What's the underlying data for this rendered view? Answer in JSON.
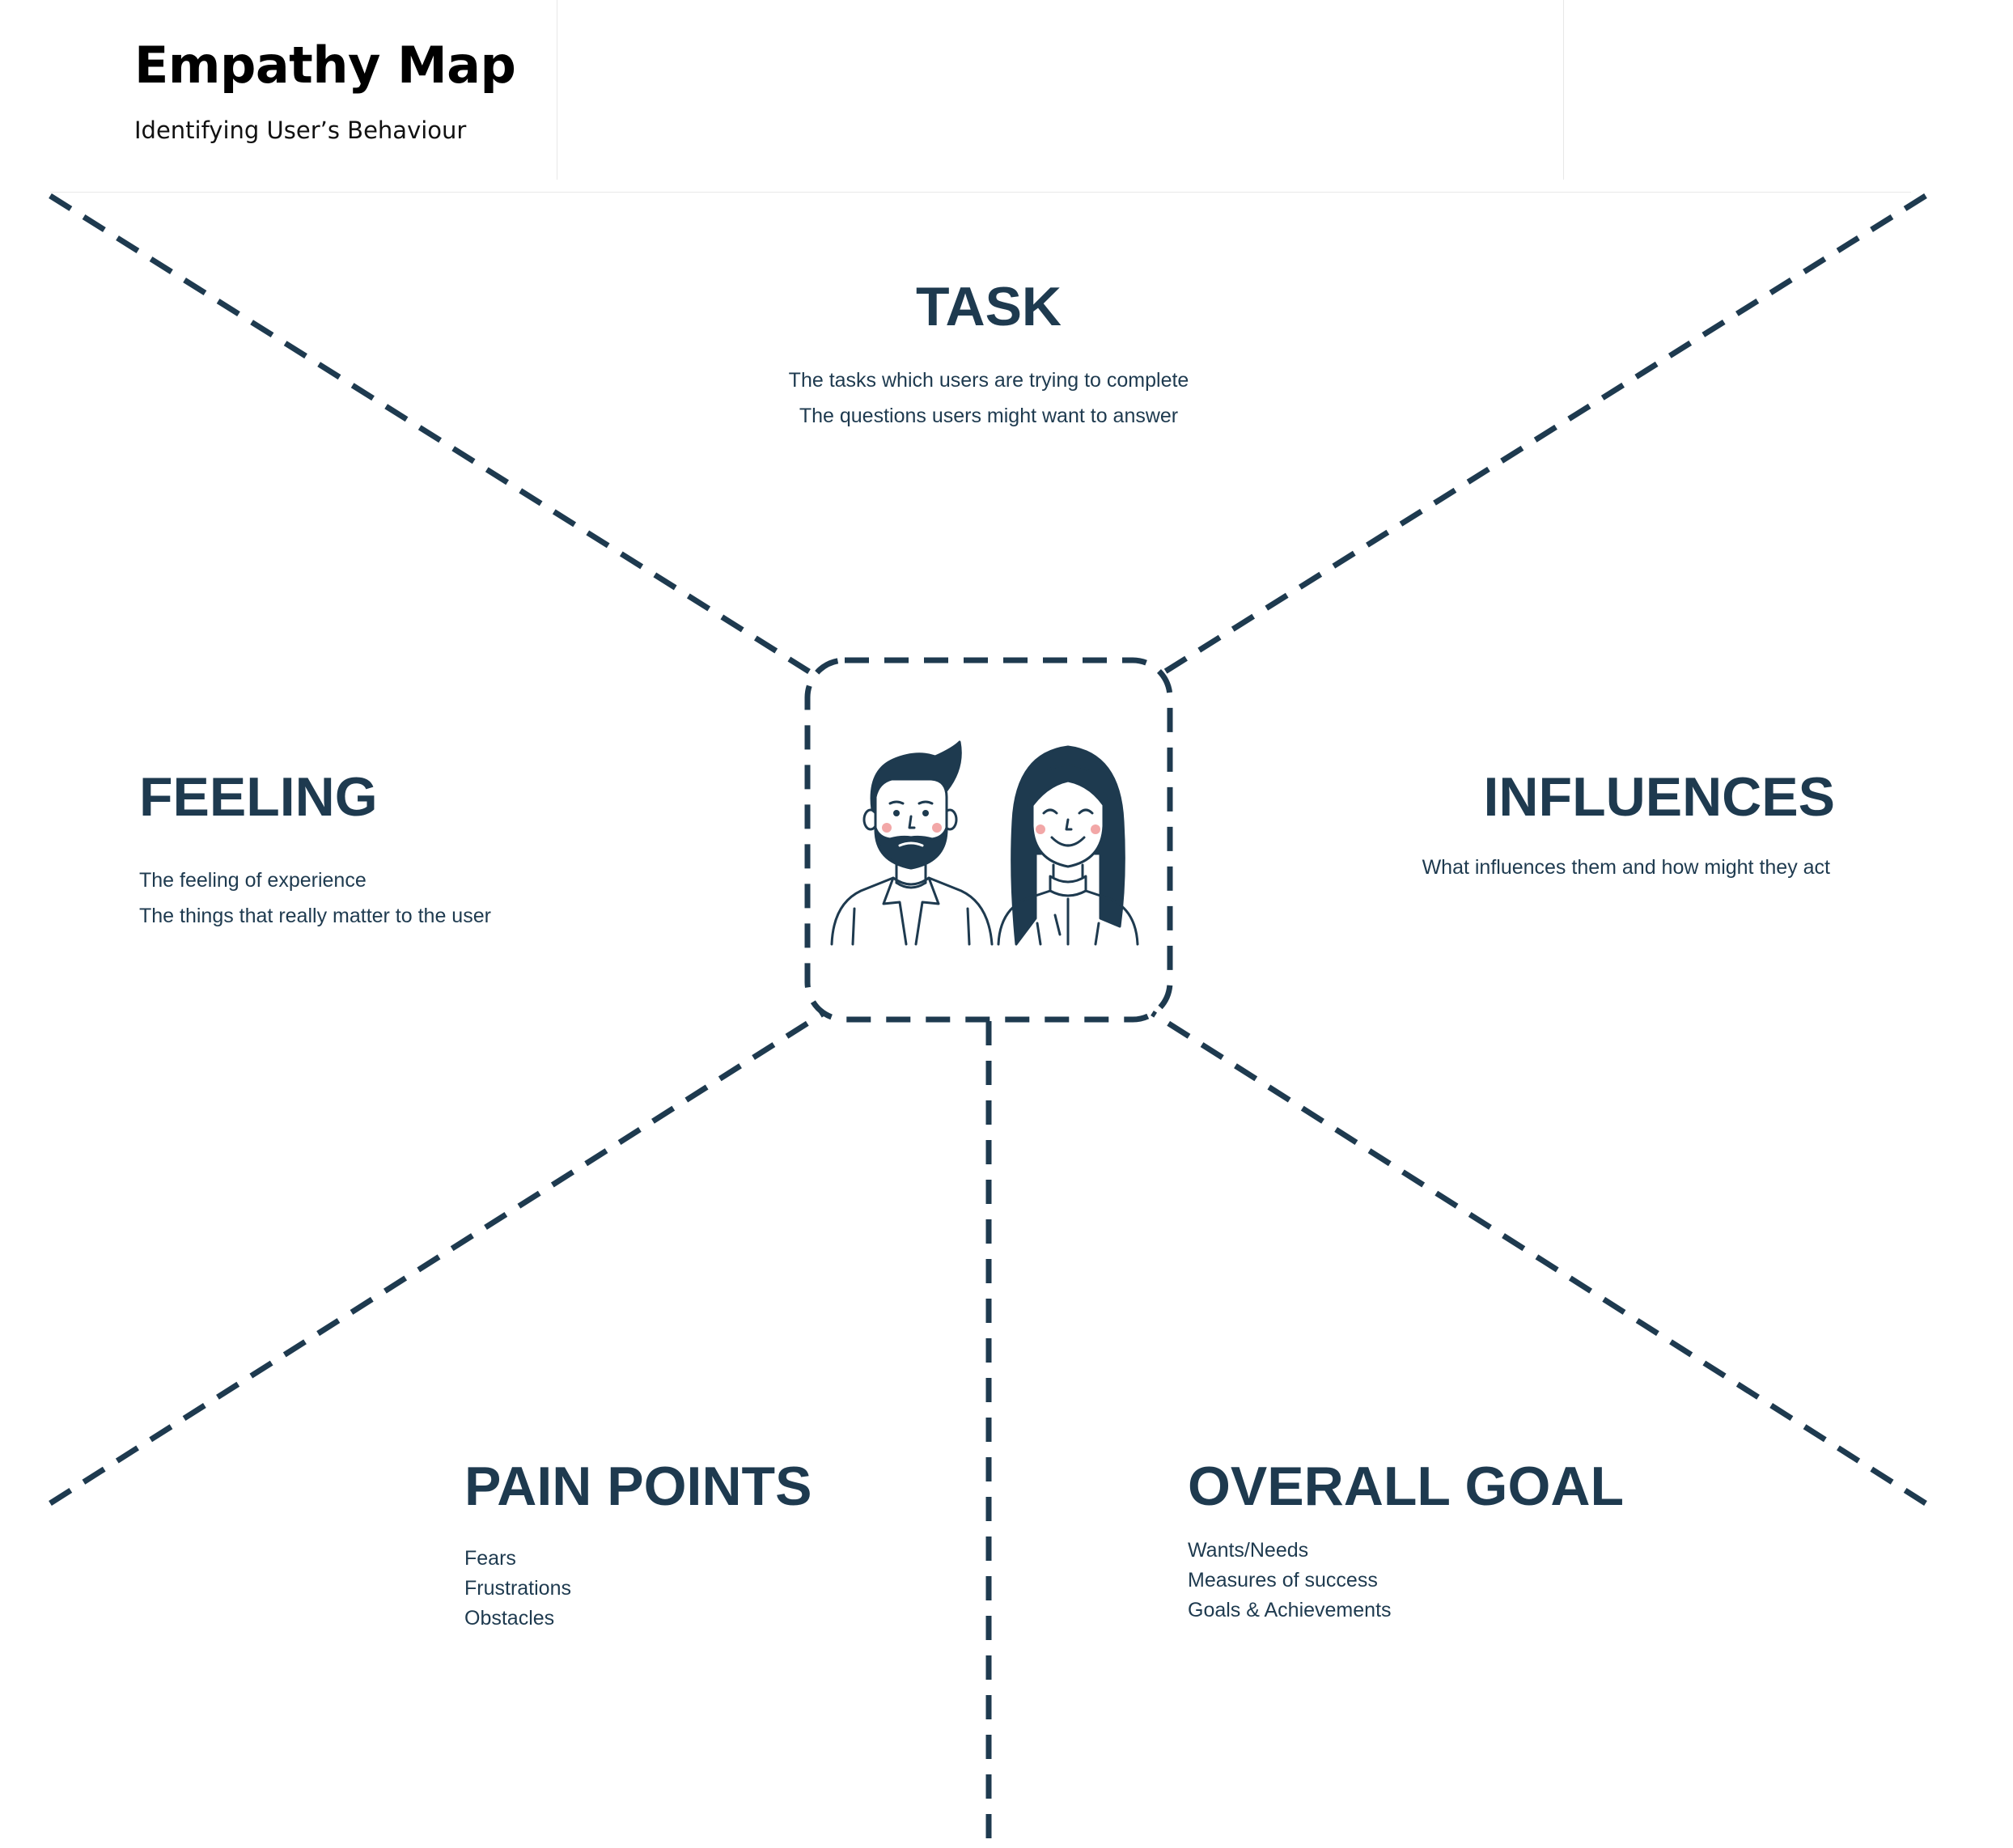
{
  "header": {
    "title": "Empathy Map",
    "subtitle": "Identifying User’s Behaviour"
  },
  "colors": {
    "ink": "#1e3a4f",
    "blush": "#f2a7a7",
    "divider": "#e8e8e8"
  },
  "center": {
    "illustration_icon": "users-icon"
  },
  "sections": {
    "task": {
      "title": "TASK",
      "lines": [
        "The tasks which users are trying to complete",
        "The questions users might want to answer"
      ]
    },
    "feeling": {
      "title": "FEELING",
      "lines": [
        "The feeling of experience",
        "The things that really matter to the user"
      ]
    },
    "influences": {
      "title": "INFLUENCES",
      "lines": [
        "What influences them and how might they act"
      ]
    },
    "pain_points": {
      "title": "PAIN POINTS",
      "lines": [
        "Fears",
        "Frustrations",
        "Obstacles"
      ]
    },
    "overall_goal": {
      "title": "OVERALL GOAL",
      "lines": [
        "Wants/Needs",
        "Measures of success",
        "Goals & Achievements"
      ]
    }
  }
}
